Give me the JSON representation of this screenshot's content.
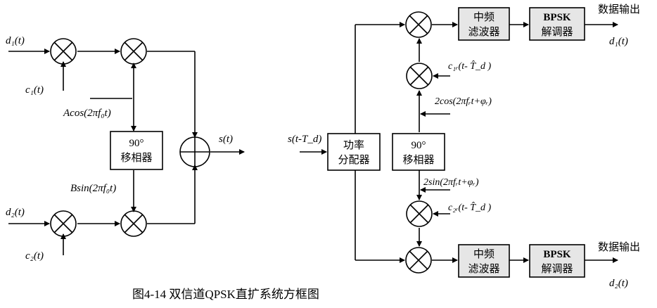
{
  "caption": "图4-14 双信道QPSK直扩系统方框图",
  "left": {
    "in_d1": "d₁(t)",
    "in_c1": "c₁(t)",
    "in_d2": "d₂(t)",
    "in_c2": "c₂(t)",
    "carrier_a": "Acos(2πf₀t)",
    "carrier_b": "Bsin(2πf₀t)",
    "phase_shifter_l1": "90°",
    "phase_shifter_l2": "移相器",
    "out": "s(t)"
  },
  "right": {
    "in": "s(t-T_d)",
    "splitter_l1": "功率",
    "splitter_l2": "分配器",
    "phase_shifter_l1": "90°",
    "phase_shifter_l2": "移相器",
    "c1_ref": "c₁ᵣ(t- T̂_d )",
    "c2_ref": "c₂ᵣ(t- T̂_d )",
    "cos_ref": "2cos(2πfᵣt+φᵣ)",
    "sin_ref": "2sin(2πfᵣt+φᵣ)",
    "filter_l1": "中频",
    "filter_l2": "滤波器",
    "demod_l1": "BPSK",
    "demod_l2": "解调器",
    "out_label": "数据输出",
    "out_d1": "d₁(t)",
    "out_d2": "d₂(t)"
  }
}
